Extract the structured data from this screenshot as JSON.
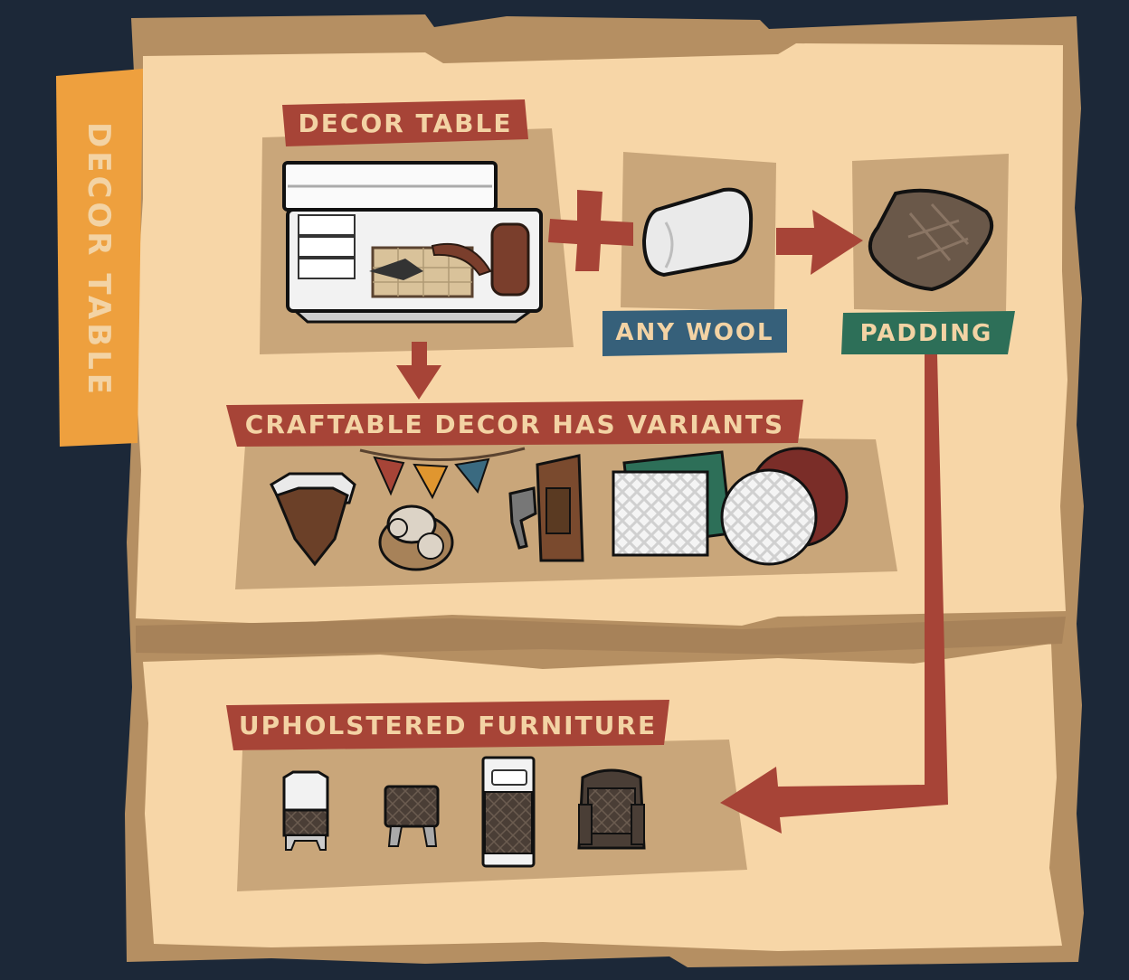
{
  "side_tab": {
    "label": "DECOR TABLE",
    "color": "#eea03e"
  },
  "colors": {
    "background": "#1c2838",
    "parchment": "#f7d6a7",
    "parchment_border": "#b58f62",
    "box": "#c9a67a",
    "banner_red": "#a74437",
    "banner_blue": "#36607a",
    "banner_green": "#2d6f58",
    "arrow": "#a74437",
    "label_text": "#f3d3a4"
  },
  "recipe": {
    "station": {
      "title": "DECOR TABLE",
      "icon": "decor-table-icon"
    },
    "plus_icon": "plus-icon",
    "ingredient": {
      "label": "ANY WOOL",
      "icon": "wool-roll-icon"
    },
    "product": {
      "label": "PADDING",
      "icon": "padding-icon"
    }
  },
  "variants": {
    "title": "CRAFTABLE DECOR HAS VARIANTS",
    "items": [
      "wolf-head-trophy-icon",
      "bunting-icon",
      "tea-set-icon",
      "cleaver-knife-block-icon",
      "square-rug-icon",
      "round-rug-icon"
    ]
  },
  "upholstered": {
    "title": "UPHOLSTERED FURNITURE",
    "items": [
      "upholstered-chair-icon",
      "upholstered-stool-icon",
      "bed-icon",
      "armchair-icon"
    ]
  }
}
